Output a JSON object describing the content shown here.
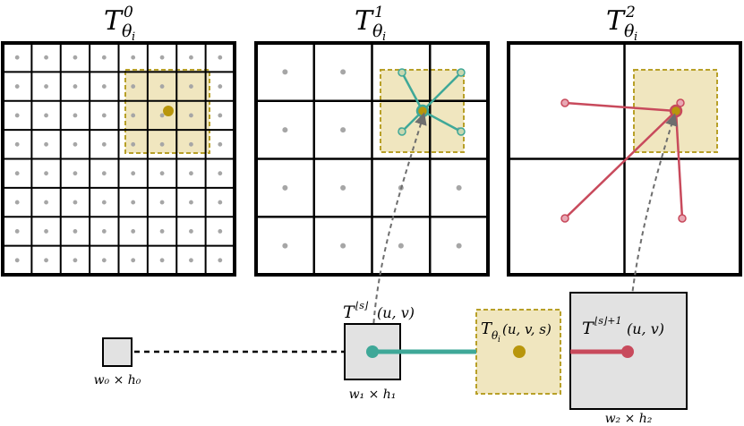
{
  "grids": [
    {
      "title_base": "T",
      "title_sub": "θ",
      "title_subsub": "i",
      "title_sup": "0",
      "cells": 8
    },
    {
      "title_base": "T",
      "title_sub": "θ",
      "title_subsub": "i",
      "title_sup": "1",
      "cells": 4
    },
    {
      "title_base": "T",
      "title_sub": "θ",
      "title_subsub": "i",
      "title_sup": "2",
      "cells": 2
    }
  ],
  "bottom": {
    "box0_label": "w₀ × h₀",
    "box1_label": "w₁ × h₁",
    "box2_label": "w₂ × h₂",
    "box1_title_base": "T",
    "box1_title_sup": "⌊s⌋",
    "box1_title_args": "(u, v)",
    "box2_title_base": "T",
    "box2_title_sup": "⌊s⌋+1",
    "box2_title_args": "(u, v)",
    "interp_base": "T",
    "interp_sub": "θ",
    "interp_subsub": "i",
    "interp_args": "(u, v, s)"
  },
  "colors": {
    "grid_line": "#000000",
    "sample_dot": "#a6a6a6",
    "highlight_fill": "#f0e6bf",
    "highlight_border": "#b8a028",
    "query_point": "#b8960c",
    "teal": "#3fa898",
    "red": "#c84a5c",
    "box_fill": "#e2e2e2"
  }
}
